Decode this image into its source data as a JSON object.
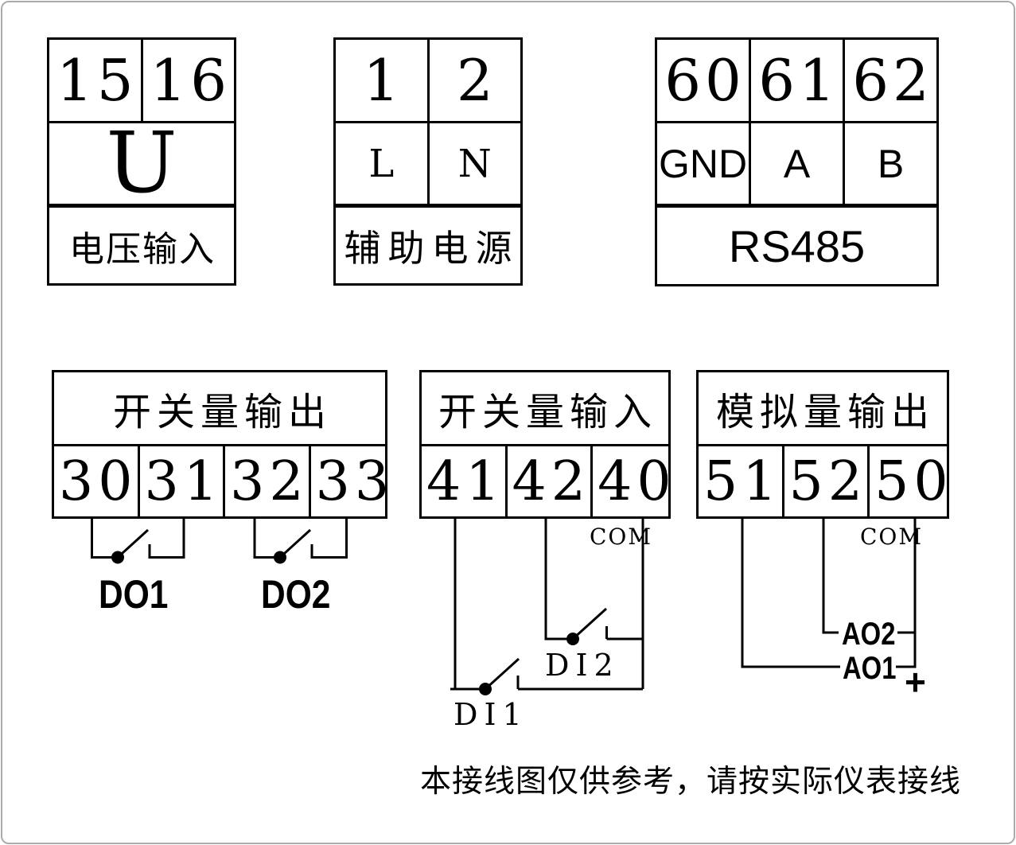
{
  "diagram": {
    "footnote": "本接线图仅供参考，请按实际仪表接线",
    "colors": {
      "line": "#000000",
      "background": "#ffffff",
      "frame": "#ababab"
    },
    "blocks": {
      "voltage_input": {
        "terminals": [
          "15",
          "16"
        ],
        "symbol": "U",
        "label": "电压输入"
      },
      "aux_power": {
        "terminals": [
          "1",
          "2"
        ],
        "wire_names": [
          "L",
          "N"
        ],
        "label": "辅助电源"
      },
      "rs485": {
        "terminals": [
          "60",
          "61",
          "62"
        ],
        "wire_names": [
          "GND",
          "A",
          "B"
        ],
        "label": "RS485"
      },
      "digital_output": {
        "title": "开关量输出",
        "terminals": [
          "30",
          "31",
          "32",
          "33"
        ],
        "channels": [
          "DO1",
          "DO2"
        ]
      },
      "digital_input": {
        "title": "开关量输入",
        "terminals": [
          "41",
          "42",
          "40"
        ],
        "com": "COM",
        "channels": [
          "DI1",
          "DI2"
        ]
      },
      "analog_output": {
        "title": "模拟量输出",
        "terminals": [
          "51",
          "52",
          "50"
        ],
        "com": "COM",
        "channels": [
          "AO2",
          "AO1"
        ],
        "polarity": "+"
      }
    }
  }
}
